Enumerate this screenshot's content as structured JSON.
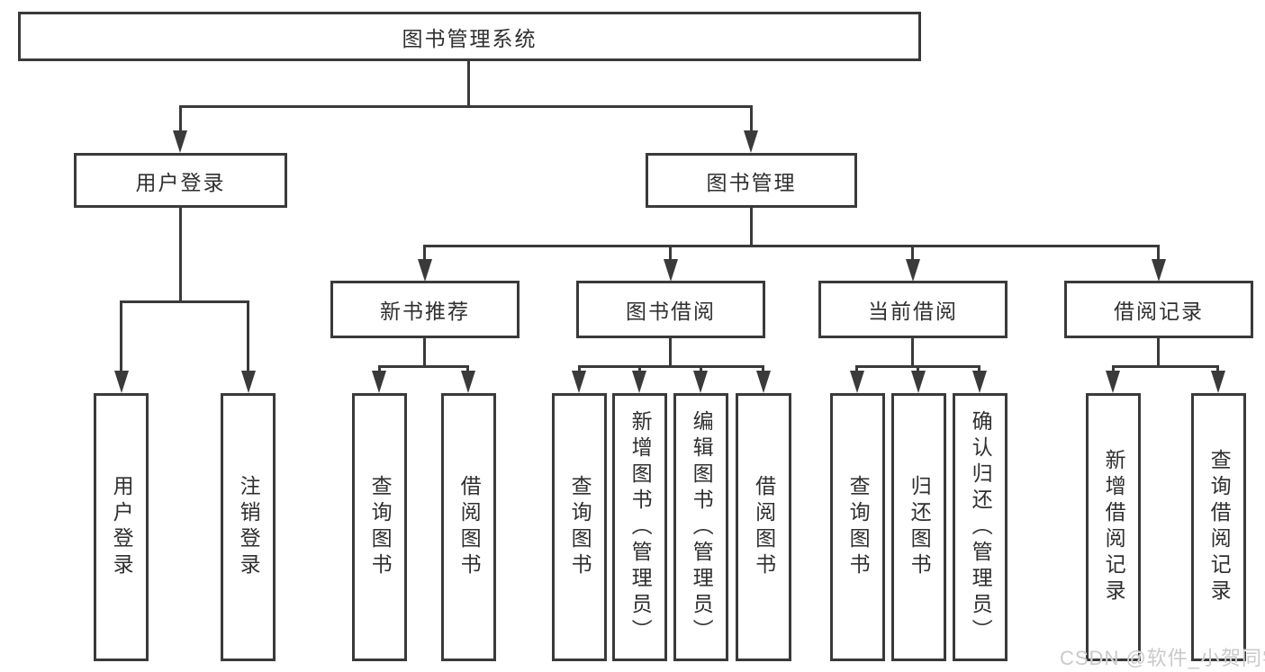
{
  "root": {
    "label": "图书管理系统"
  },
  "branches": {
    "user_login": {
      "label": "用户登录",
      "children": [
        {
          "label": "用户登录"
        },
        {
          "label": "注销登录"
        }
      ]
    },
    "book_management": {
      "label": "图书管理",
      "groups": [
        {
          "label": "新书推荐",
          "children": [
            {
              "label": "查询图书"
            },
            {
              "label": "借阅图书"
            }
          ]
        },
        {
          "label": "图书借阅",
          "children": [
            {
              "label": "查询图书"
            },
            {
              "label": "新增图书（管理员）"
            },
            {
              "label": "编辑图书（管理员）"
            },
            {
              "label": "借阅图书"
            }
          ]
        },
        {
          "label": "当前借阅",
          "children": [
            {
              "label": "查询图书"
            },
            {
              "label": "归还图书"
            },
            {
              "label": "确认归还（管理员）"
            }
          ]
        },
        {
          "label": "借阅记录",
          "children": [
            {
              "label": "新增借阅记录"
            },
            {
              "label": "查询借阅记录"
            }
          ]
        }
      ]
    }
  },
  "watermark": {
    "text": "CSDN @软件_小贺同学"
  },
  "colors": {
    "line": "#3a3a3a",
    "text": "#2f2f2f",
    "background": "#ffffff",
    "watermark": "#c9c9c9"
  }
}
